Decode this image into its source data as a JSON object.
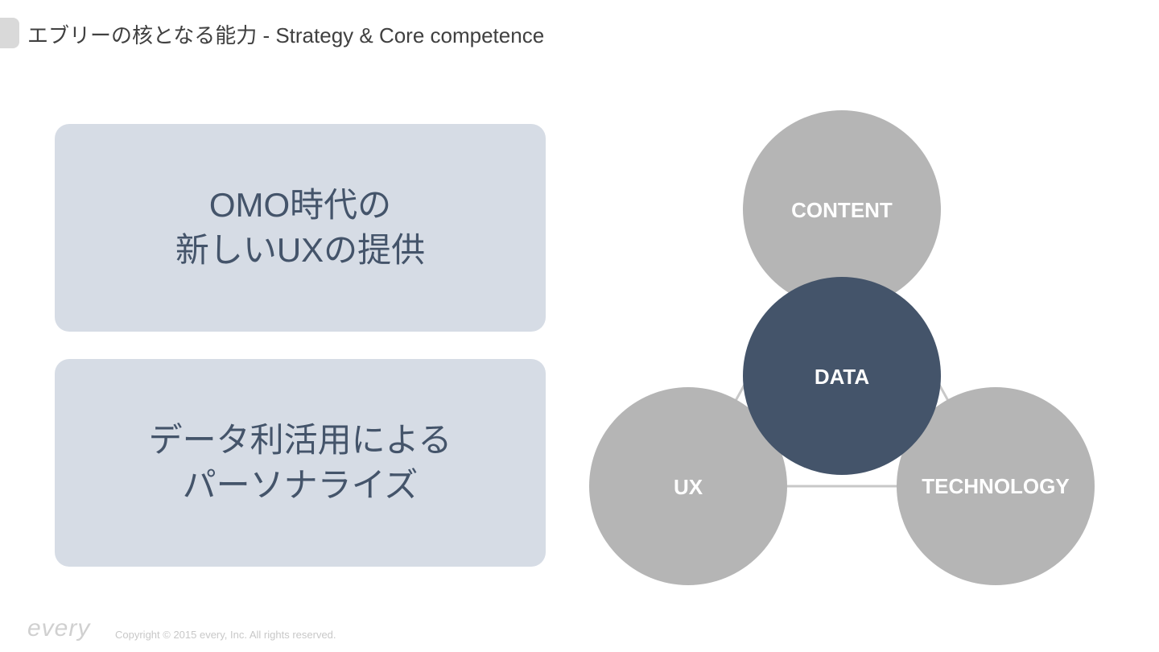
{
  "header": {
    "title": "エブリーの核となる能力 - Strategy & Core competence"
  },
  "boxes": [
    {
      "line1": "OMO時代の",
      "line2": "新しいUXの提供"
    },
    {
      "line1": "データ利活用による",
      "line2": "パーソナライズ"
    }
  ],
  "diagram": {
    "content": "CONTENT",
    "data": "DATA",
    "ux": "UX",
    "technology": "TECHNOLOGY",
    "colors": {
      "outer": "#b5b5b5",
      "center": "#44546a",
      "line": "#c8c8c8"
    }
  },
  "footer": {
    "logo": "every",
    "copyright": "Copyright © 2015 every, Inc. All rights reserved."
  }
}
